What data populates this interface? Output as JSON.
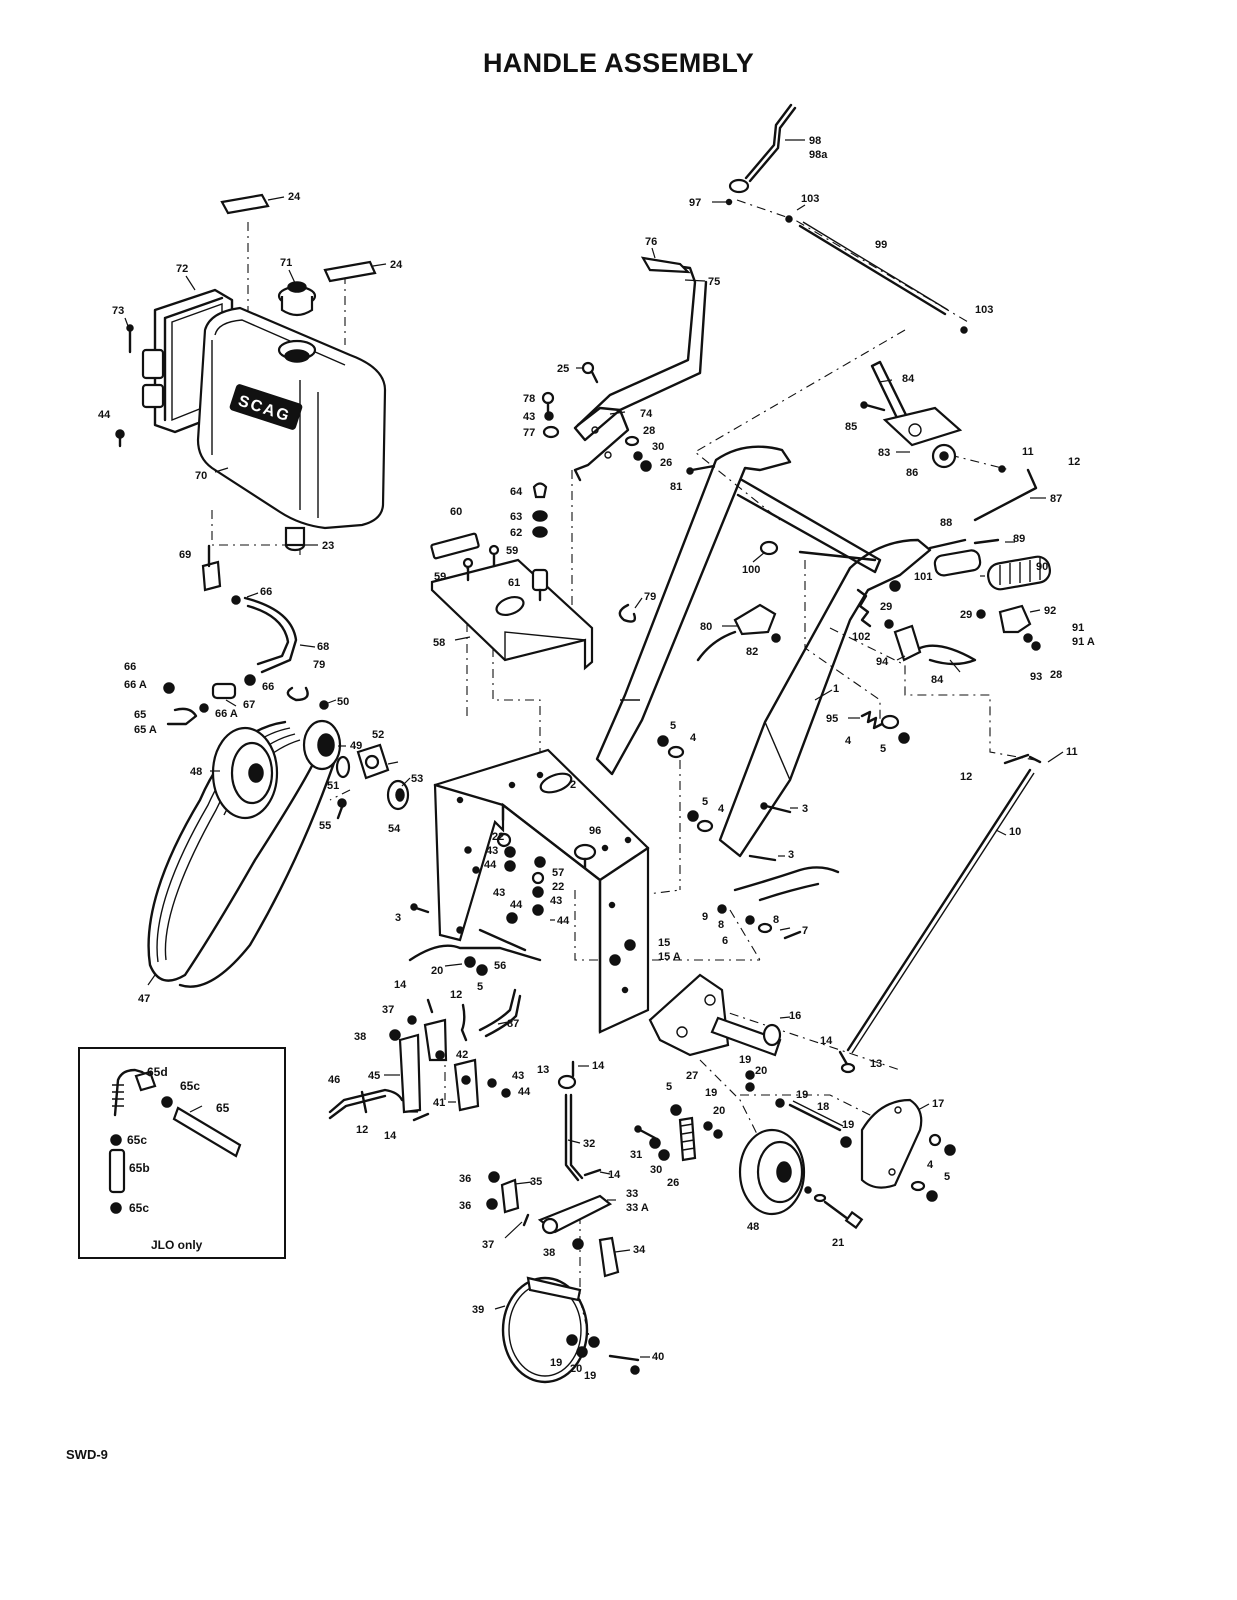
{
  "title": "HANDLE ASSEMBLY",
  "footer": "SWD-9",
  "tank_logo": "SCAG",
  "inset_caption": "JLO only",
  "callouts": {
    "c98": "98",
    "c98a": "98a",
    "c97": "97",
    "c103a": "103",
    "c99": "99",
    "c103b": "103",
    "c76": "76",
    "c75": "75",
    "c24a": "24",
    "c24b": "24",
    "c72": "72",
    "c71": "71",
    "c73": "73",
    "c44a": "44",
    "c70": "70",
    "c23": "23",
    "c25": "25",
    "c78": "78",
    "c43a": "43",
    "c77": "77",
    "c74": "74",
    "c28a": "28",
    "c30a": "30",
    "c26a": "26",
    "c84a": "84",
    "c85": "85",
    "c83": "83",
    "c86": "86",
    "c11a": "11",
    "c12a": "12",
    "c87a": "87",
    "c81": "81",
    "c64": "64",
    "c63": "63",
    "c62": "62",
    "c60": "60",
    "c59a": "59",
    "c59b": "59",
    "c61": "61",
    "c58": "58",
    "c79a": "79",
    "c88": "88",
    "c89": "89",
    "c90": "90",
    "c100": "100",
    "c101": "101",
    "c29a": "29",
    "c29b": "29",
    "c92": "92",
    "c91": "91",
    "c91A": "91 A",
    "c80": "80",
    "c82": "82",
    "c102": "102",
    "c94": "94",
    "c84b": "84",
    "c93": "93",
    "c28b": "28",
    "c69": "69",
    "c66a": "66",
    "c68": "68",
    "c79b": "79",
    "c66b": "66",
    "c66Aa": "66 A",
    "c67": "67",
    "c65": "65",
    "c65A": "65 A",
    "c66c": "66",
    "c66Ab": "66 A",
    "c50": "50",
    "c1": "1",
    "c95": "95",
    "c4a": "4",
    "c5a": "5",
    "c5b": "5",
    "c4b": "4",
    "c11b": "11",
    "c12b": "12",
    "c48a": "48",
    "c49": "49",
    "c52": "52",
    "c51": "51",
    "c53": "53",
    "c55": "55",
    "c54": "54",
    "c2": "2",
    "c3a": "3",
    "c5c": "5",
    "c4c": "4",
    "c3b": "3",
    "c10": "10",
    "c22a": "22",
    "c43b": "43",
    "c44b": "44",
    "c96": "96",
    "c57": "57",
    "c22b": "22",
    "c43c": "43",
    "c43d": "43",
    "c44c": "44",
    "c44d": "44",
    "c3c": "3",
    "c9": "9",
    "c8a": "8",
    "c8b": "8",
    "c6": "6",
    "c7": "7",
    "c47": "47",
    "c20a": "20",
    "c56": "56",
    "c5d": "5",
    "c15": "15",
    "c15A": "15 A",
    "c14a": "14",
    "c12c": "12",
    "c87b": "87",
    "c16": "16",
    "c37a": "37",
    "c38a": "38",
    "c42": "42",
    "c14b": "14",
    "c13a": "13",
    "c45": "45",
    "c46": "46",
    "c43e": "43",
    "c44e": "44",
    "c41": "41",
    "c12d": "12",
    "c14c": "14",
    "c13b": "13",
    "c14d": "14",
    "c19a": "19",
    "c20b": "20",
    "c27": "27",
    "c19b": "19",
    "c5e": "5",
    "c19c": "19",
    "c18": "18",
    "c17": "17",
    "c20c": "20",
    "c19d": "19",
    "c31": "31",
    "c30b": "30",
    "c26b": "26",
    "c32": "32",
    "c14e": "14",
    "c4d": "4",
    "c5f": "5",
    "c36a": "36",
    "c35": "35",
    "c33": "33",
    "c33A": "33 A",
    "c48b": "48",
    "c21": "21",
    "c36b": "36",
    "c37b": "37",
    "c38b": "38",
    "c34": "34",
    "c39": "39",
    "c19e": "19",
    "c20d": "20",
    "c19f": "19",
    "c40": "40",
    "i65d": "65d",
    "i65c1": "65c",
    "i65": "65",
    "i65c2": "65c",
    "i65b": "65b",
    "i65c3": "65c"
  }
}
